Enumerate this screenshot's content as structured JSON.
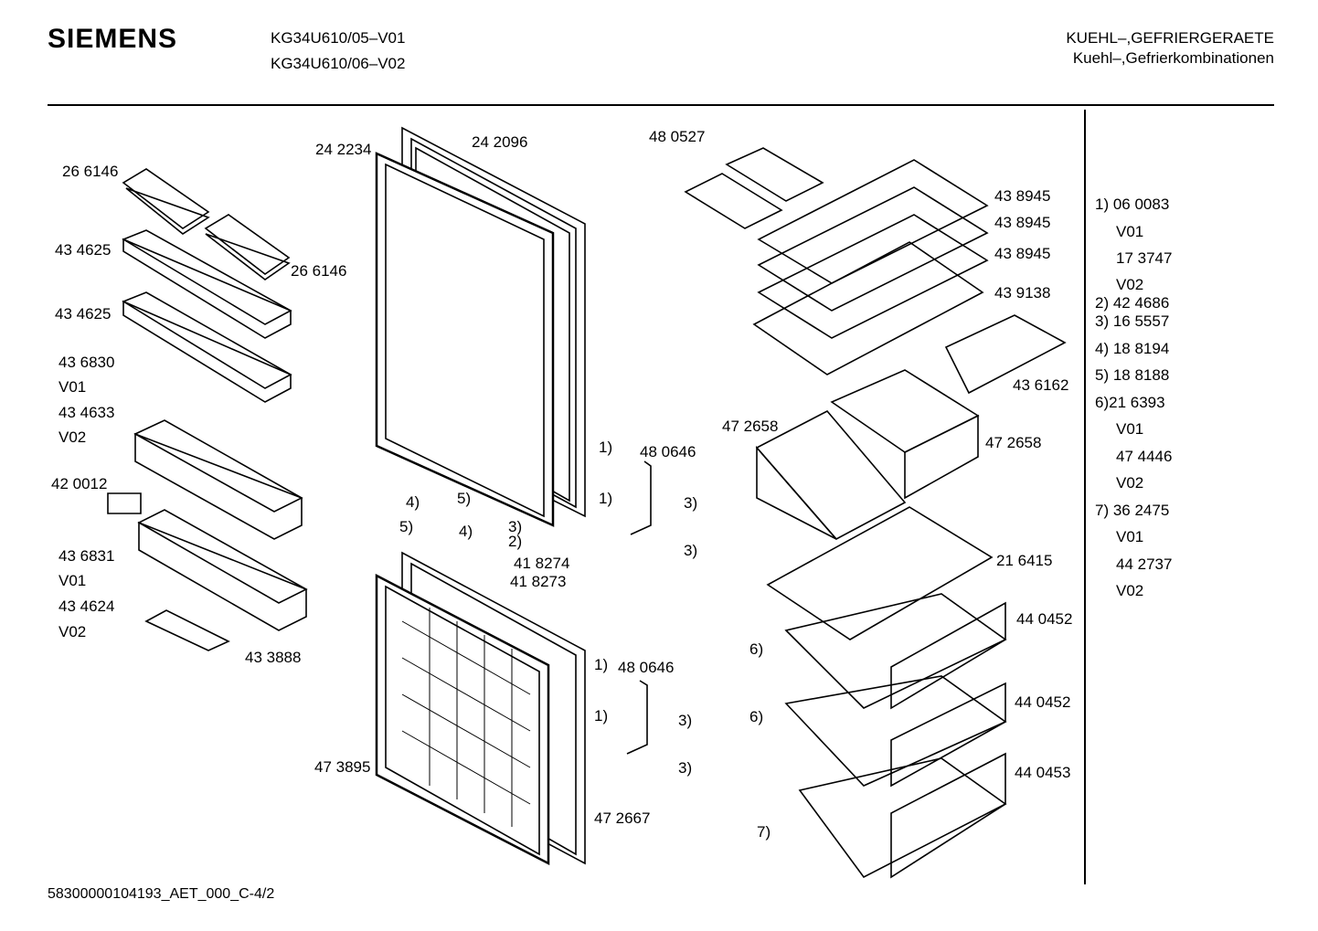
{
  "header": {
    "brand": "SIEMENS",
    "models": [
      "KG34U610/05–V01",
      "KG34U610/06–V02"
    ],
    "category": "KUEHL–,GEFRIERGERAETE",
    "subcategory": "Kuehl–,Gefrierkombinationen"
  },
  "callouts": [
    "26 6146",
    "43 4625",
    "26 6146",
    "43 4625",
    "43 6830",
    "V01",
    "43 4633",
    "V02",
    "42 0012",
    "43 6831",
    "V01",
    "43 4624",
    "V02",
    "43 3888",
    "24 2234",
    "24 2096",
    "4)",
    "5)",
    "5)",
    "4)",
    "3)",
    "2)",
    "41 8274",
    "41 8273",
    "47 3895",
    "47 2667",
    "1)",
    "1)",
    "48 0646",
    "3)",
    "3)",
    "1)",
    "48 0646",
    "1)",
    "3)",
    "3)",
    "48 0527",
    "43 8945",
    "43 8945",
    "43 8945",
    "43 9138",
    "43 6162",
    "47 2658",
    "47 2658",
    "21 6415",
    "44 0452",
    "6)",
    "44 0452",
    "6)",
    "44 0453",
    "7)"
  ],
  "legend": [
    "1) 06 0083",
    "V01",
    "17 3747",
    "V02",
    "2) 42 4686",
    "3) 16 5557",
    "4) 18 8194",
    "5) 18 8188",
    "6)21 6393",
    "V01",
    "47 4446",
    "V02",
    "7) 36 2475",
    "V01",
    "44 2737",
    "V02"
  ],
  "footer": "58300000104193_AET_000_C-4/2"
}
